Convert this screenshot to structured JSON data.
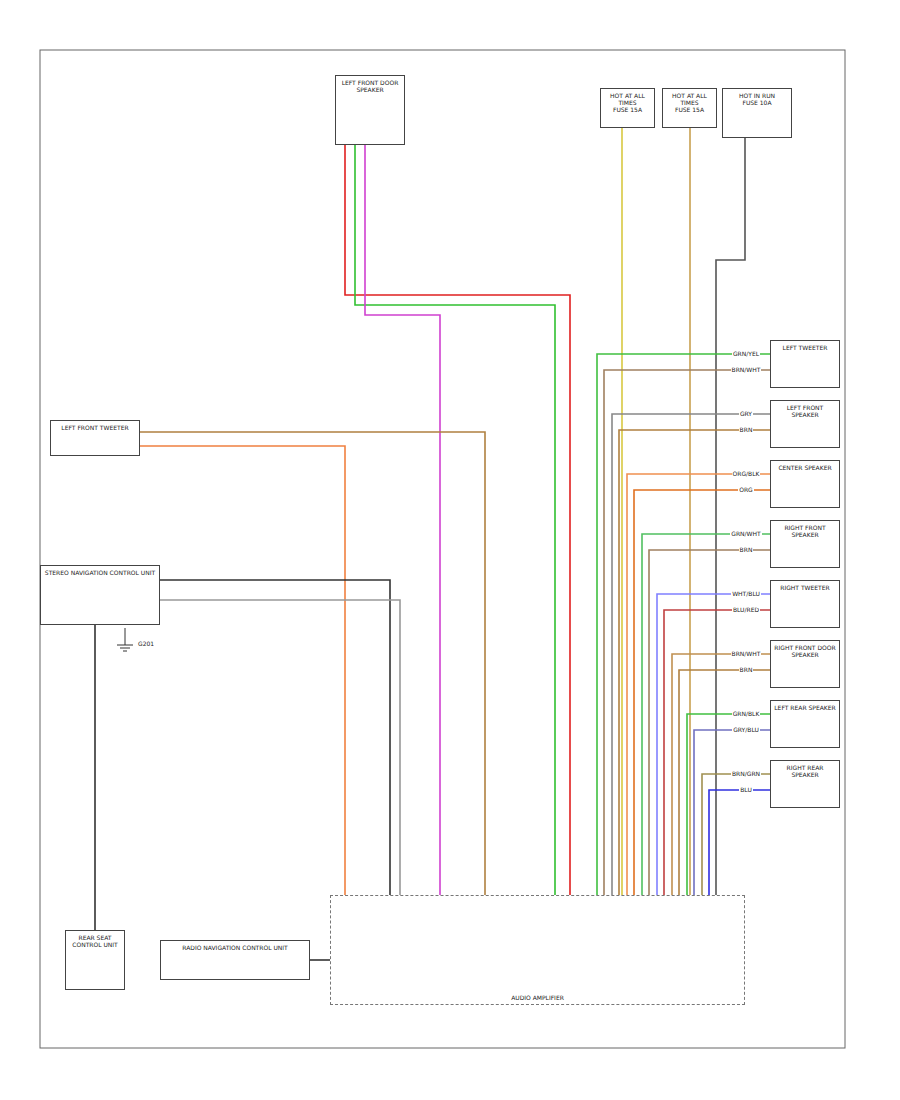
{
  "diagram": {
    "nodes": [
      {
        "text": [
          "LEFT FRONT DOOR SPEAKER"
        ]
      },
      {
        "text": [
          "HOT AT ALL TIMES",
          "FUSE 15A"
        ]
      },
      {
        "text": [
          "HOT AT ALL TIMES",
          "FUSE 15A"
        ]
      },
      {
        "text": [
          "HOT IN RUN",
          "FUSE 10A"
        ]
      },
      {
        "text": [
          "LEFT FRONT TWEETER"
        ]
      },
      {
        "text": [
          "STEREO NAVIGATION CONTROL UNIT"
        ]
      },
      {
        "text": [
          "REAR SEAT CONTROL UNIT"
        ]
      },
      {
        "text": [
          "RADIO NAVIGATION CONTROL UNIT"
        ]
      },
      {
        "text": [
          "AUDIO AMPLIFIER"
        ]
      },
      {
        "text": [
          "LEFT TWEETER"
        ]
      },
      {
        "text": [
          "LEFT FRONT SPEAKER"
        ]
      },
      {
        "text": [
          "CENTER SPEAKER"
        ]
      },
      {
        "text": [
          "RIGHT FRONT SPEAKER"
        ]
      },
      {
        "text": [
          "RIGHT TWEETER"
        ]
      },
      {
        "text": [
          "RIGHT FRONT DOOR SPEAKER"
        ]
      },
      {
        "text": [
          "LEFT REAR SPEAKER"
        ]
      },
      {
        "text": [
          "RIGHT REAR SPEAKER"
        ]
      }
    ],
    "edges": [
      {
        "from": 0,
        "to": 8,
        "arrow": "none"
      },
      {
        "from": 0,
        "to": 8,
        "arrow": "none"
      },
      {
        "from": 0,
        "to": 8,
        "arrow": "none"
      },
      {
        "from": 1,
        "to": 8,
        "arrow": "none"
      },
      {
        "from": 2,
        "to": 8,
        "arrow": "none"
      },
      {
        "from": 3,
        "to": 8,
        "arrow": "none"
      },
      {
        "from": 4,
        "to": 8,
        "arrow": "none"
      },
      {
        "from": 4,
        "to": 8,
        "arrow": "none"
      },
      {
        "from": 5,
        "to": 8,
        "arrow": "none"
      },
      {
        "from": 5,
        "to": 8,
        "arrow": "none"
      },
      {
        "from": 6,
        "to": 5,
        "arrow": "none"
      },
      {
        "from": 7,
        "to": 8,
        "arrow": "none"
      },
      {
        "from": 9,
        "to": 8,
        "arrow": "none",
        "label": "GRN/YEL"
      },
      {
        "from": 9,
        "to": 8,
        "arrow": "none",
        "label": "BRN/WHT"
      },
      {
        "from": 10,
        "to": 8,
        "arrow": "none",
        "label": "GRY"
      },
      {
        "from": 10,
        "to": 8,
        "arrow": "none",
        "label": "BRN"
      },
      {
        "from": 11,
        "to": 8,
        "arrow": "none",
        "label": "ORG/BLK"
      },
      {
        "from": 11,
        "to": 8,
        "arrow": "none",
        "label": "ORG"
      },
      {
        "from": 12,
        "to": 8,
        "arrow": "none",
        "label": "GRN/WHT"
      },
      {
        "from": 12,
        "to": 8,
        "arrow": "none",
        "label": "BRN"
      },
      {
        "from": 13,
        "to": 8,
        "arrow": "none",
        "label": "WHT/BLU"
      },
      {
        "from": 13,
        "to": 8,
        "arrow": "none",
        "label": "BLU/RED"
      },
      {
        "from": 14,
        "to": 8,
        "arrow": "none",
        "label": "BRN/WHT"
      },
      {
        "from": 14,
        "to": 8,
        "arrow": "none",
        "label": "BRN"
      },
      {
        "from": 15,
        "to": 8,
        "arrow": "none",
        "label": "GRN/BLK"
      },
      {
        "from": 15,
        "to": 8,
        "arrow": "none",
        "label": "GRY/BLU"
      },
      {
        "from": 16,
        "to": 8,
        "arrow": "none",
        "label": "BRN/GRN"
      },
      {
        "from": 16,
        "to": 8,
        "arrow": "none",
        "label": "BLU"
      }
    ],
    "labels": [
      "G201"
    ]
  }
}
